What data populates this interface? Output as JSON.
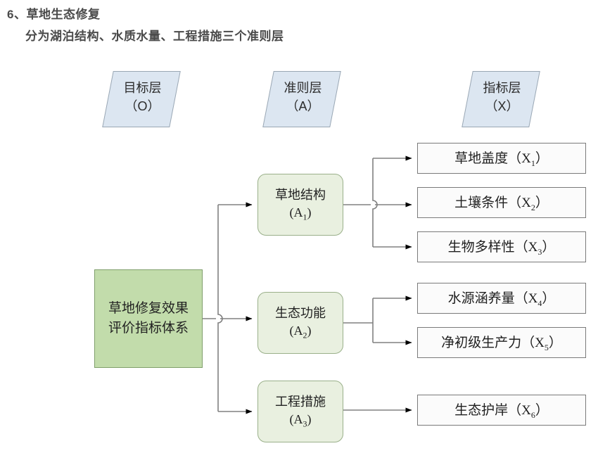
{
  "heading": {
    "line1": "6、草地生态修复",
    "line2": "分为湖泊结构、水质水量、工程措施三个准则层"
  },
  "layer_headers": [
    {
      "id": "O",
      "label": "目标层",
      "code": "（O）"
    },
    {
      "id": "A",
      "label": "准则层",
      "code": "（A）"
    },
    {
      "id": "X",
      "label": "指标层",
      "code": "（X）"
    }
  ],
  "goal": {
    "label": "草地修复效果评价指标体系",
    "fill_color": "#c2dcab",
    "border_color": "#7f9f6b"
  },
  "criteria": [
    {
      "name": "草地结构",
      "code": "A",
      "index": "1"
    },
    {
      "name": "生态功能",
      "code": "A",
      "index": "2"
    },
    {
      "name": "工程措施",
      "code": "A",
      "index": "3"
    }
  ],
  "indicators": [
    {
      "name": "草地盖度",
      "code": "X",
      "index": "1",
      "parent": "A1"
    },
    {
      "name": "土壤条件",
      "code": "X",
      "index": "2",
      "parent": "A1"
    },
    {
      "name": "生物多样性",
      "code": "X",
      "index": "3",
      "parent": "A1"
    },
    {
      "name": "水源涵养量",
      "code": "X",
      "index": "4",
      "parent": "A2"
    },
    {
      "name": "净初级生产力",
      "code": "X",
      "index": "5",
      "parent": "A2"
    },
    {
      "name": "生态护岸",
      "code": "X",
      "index": "6",
      "parent": "A3"
    }
  ],
  "colors": {
    "header_fill": "#dce6f1",
    "header_border": "#9aa7b4",
    "criterion_fill": "#e9f0e0",
    "criterion_border": "#9ab08a",
    "indicator_fill": "#fbfbfb",
    "indicator_border": "#7a7a7a",
    "connector": "#808080",
    "arrow": "#000000",
    "heading_text": "#4a4a4a"
  }
}
